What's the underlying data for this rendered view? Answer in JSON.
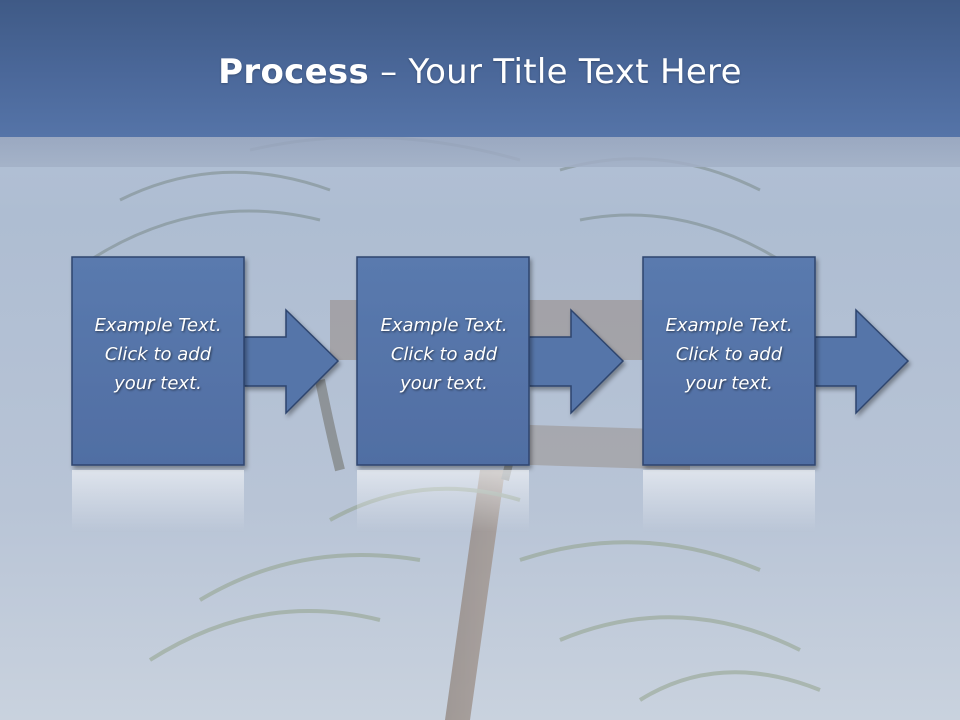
{
  "slide": {
    "title_bold": "Process",
    "title_rest": " – Your Title Text Here"
  },
  "colors": {
    "title_bar": "#4b689a",
    "box_fill": "#5575a9",
    "box_border": "#2e456e",
    "arrow_fill": "#5575a9",
    "text": "#ffffff"
  },
  "steps": [
    {
      "text": "Example Text.\nClick  to add\nyour text."
    },
    {
      "text": "Example Text.\nClick  to add\nyour text."
    },
    {
      "text": "Example Text.\nClick  to add\nyour text."
    }
  ],
  "background": {
    "subject": "palm-trees-and-wooden-signpost"
  }
}
